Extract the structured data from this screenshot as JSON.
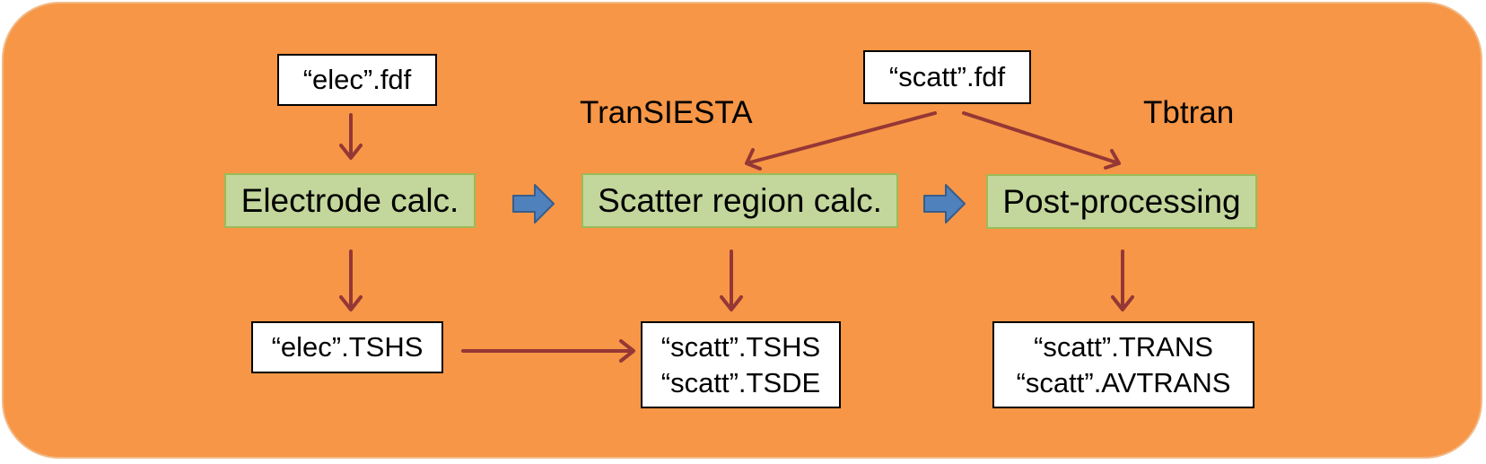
{
  "colors": {
    "background": "#F79646",
    "calc_fill": "#C3D69B",
    "arrow_red": "#953735",
    "arrow_blue": "#4F81BD"
  },
  "inputs": {
    "elec_fdf": "“elec”.fdf",
    "scatt_fdf": "“scatt”.fdf"
  },
  "programs": {
    "transiesta": "TranSIESTA",
    "tbtran": "Tbtran"
  },
  "steps": {
    "electrode": "Electrode calc.",
    "scatter": "Scatter region calc.",
    "post": "Post-processing"
  },
  "outputs": {
    "elec_tshs": "“elec”.TSHS",
    "scatt_tshs": "“scatt”.TSHS",
    "scatt_tsde": "“scatt”.TSDE",
    "scatt_trans": "“scatt”.TRANS",
    "scatt_avtrans": "“scatt”.AVTRANS"
  }
}
